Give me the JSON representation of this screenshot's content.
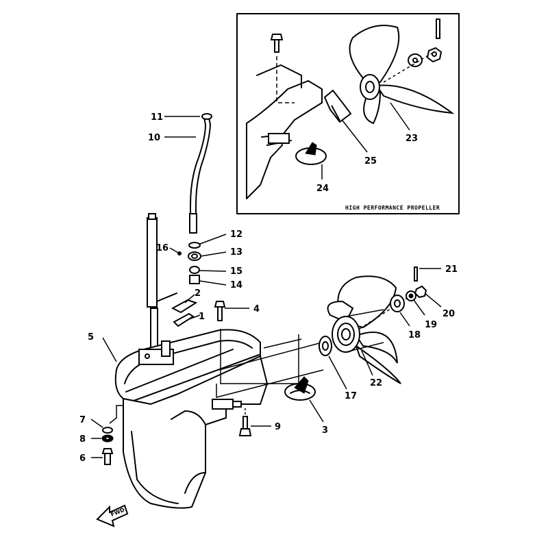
{
  "inset": {
    "caption": "HIGH PERFORMANCE PROPELLER"
  },
  "parts": [
    "1",
    "2",
    "3",
    "4",
    "5",
    "6",
    "7",
    "8",
    "9",
    "10",
    "11",
    "12",
    "13",
    "14",
    "15",
    "16",
    "17",
    "18",
    "19",
    "20",
    "21",
    "22",
    "23",
    "24",
    "25"
  ],
  "direction_tag": "FWD"
}
